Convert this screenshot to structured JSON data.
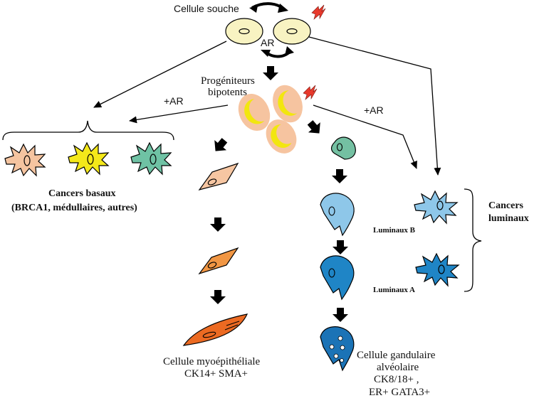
{
  "labels": {
    "stem_cell": "Cellule souche",
    "ar_center": "AR",
    "progenitors_line1": "Progéniteurs",
    "progenitors_line2": "bipotents",
    "ar_left": "+AR",
    "ar_right": "+AR",
    "basal_title": "Cancers basaux",
    "basal_subtitle": "(BRCA1, médullaires, autres)",
    "luminal_title_line1": "Cancers",
    "luminal_title_line2": "luminaux",
    "luminal_b": "Luminaux B",
    "luminal_a": "Luminaux A",
    "myo_line1": "Cellule myoépithéliale",
    "myo_line2": "CK14+ SMA+",
    "glandular_line1": "Cellule gandulaire",
    "glandular_line2": "alvéolaire",
    "glandular_line3": "CK8/18+ ,",
    "glandular_line4": "ER+ GATA3+"
  },
  "colors": {
    "stem_fill": "#f8f3c2",
    "progenitor_outer": "#f6c4a0",
    "progenitor_yellow": "#f2e60f",
    "basal_peach": "#f5c4a0",
    "basal_yellow": "#f4e81a",
    "basal_green": "#6fc2a4",
    "myo_peach": "#f6c6a2",
    "myo_orange": "#f19643",
    "myo_dark": "#ec6a22",
    "lum_green": "#74c0a2",
    "lum_light_blue": "#8ec7e9",
    "lum_mid_blue": "#1f85c6",
    "lum_dark_blue": "#1b73b6",
    "luminal_b_star": "#8ec7e9",
    "luminal_a_star": "#1f85c6",
    "lightning": "#e8392c"
  },
  "icons": [
    "curved-arrow-icon",
    "lightning-icon",
    "block-arrow-icon"
  ]
}
